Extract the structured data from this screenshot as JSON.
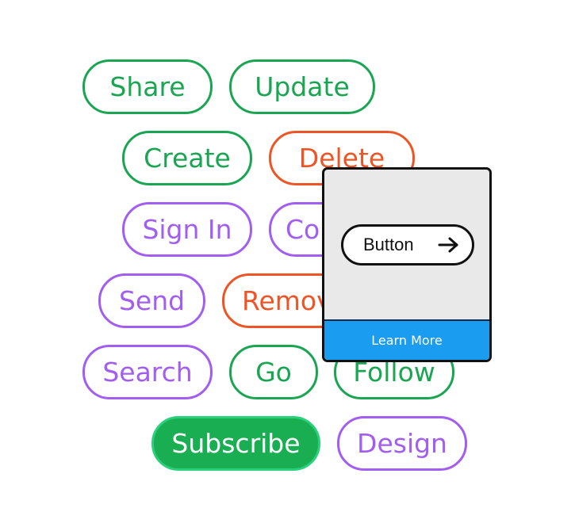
{
  "buttons": {
    "share": "Share",
    "update": "Update",
    "create": "Create",
    "delete": "Delete",
    "sign_in": "Sign In",
    "connect_partial": "Co",
    "send": "Send",
    "remove_partial": "Remov",
    "search": "Search",
    "go": "Go",
    "follow": "Follow",
    "subscribe": "Subscribe",
    "design": "Design"
  },
  "popup": {
    "button_label": "Button",
    "button_icon": "arrow-right-icon",
    "footer_label": "Learn More"
  },
  "colors": {
    "green": "#1aa552",
    "red": "#ee5526",
    "purple": "#a25ef0",
    "solid_green": "#1aae52",
    "popup_background": "#e9e9e9",
    "footer_blue": "#1a9cf1"
  }
}
